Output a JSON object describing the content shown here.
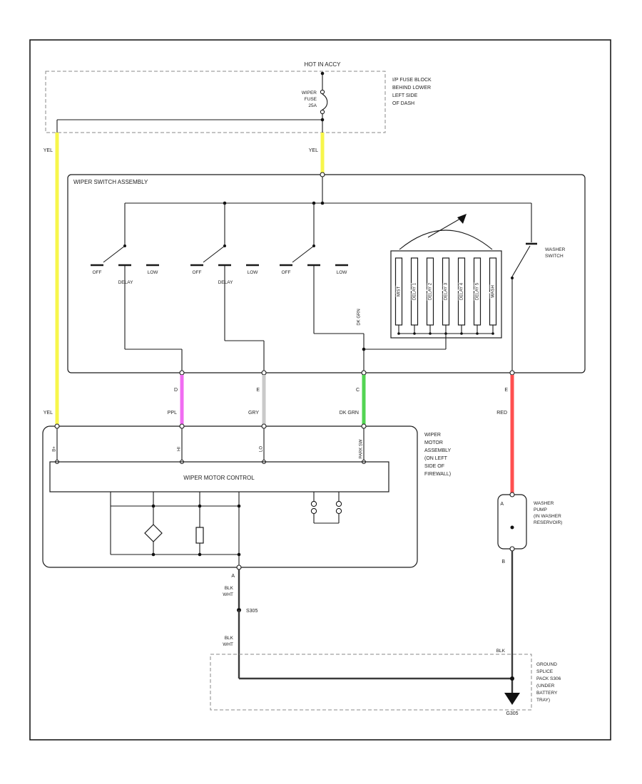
{
  "colors": {
    "yel": "#f7f64b",
    "ppl": "#f06df2",
    "gry": "#c9c9c9",
    "dk_grn": "#53d453",
    "red": "#ff4f4f",
    "blk": "#3a3a3a"
  },
  "top": {
    "hot_in_accy": "HOT IN ACCY",
    "fuse": [
      "WIPER",
      "FUSE",
      "25A"
    ],
    "fuse_block_note": [
      "I/P FUSE BLOCK",
      "BEHIND LOWER",
      "LEFT SIDE",
      "OF DASH"
    ]
  },
  "wires": {
    "yel_left": "YEL",
    "yel_main": "YEL",
    "ppl": "PPL",
    "gry": "GRY",
    "dk_grn": "DK GRN",
    "red": "RED",
    "blk": "BLK",
    "blk_wht_1a": "BLK",
    "blk_wht_1b": "WHT",
    "blk_wht_2a": "BLK",
    "blk_wht_2b": "WHT",
    "rotated_dk_grn": "DK GRN"
  },
  "pins": {
    "ppl": "D",
    "gry": "E",
    "dk_grn": "C",
    "red": "E",
    "motor_out": "A",
    "pump_in": "A",
    "pump_out": "B"
  },
  "splices": {
    "s305": "S305",
    "g305": "G305"
  },
  "switch_assembly": {
    "title": "WIPER SWITCH ASSEMBLY",
    "positions": {
      "off": "OFF",
      "delay": "DELAY",
      "low": "LOW"
    },
    "washer_switch": [
      "WASHER",
      "SWITCH"
    ],
    "resistors": [
      "MIST",
      "DELAY 1",
      "DELAY 2",
      "DELAY 3",
      "DELAY 4",
      "DELAY 5",
      "WASH"
    ]
  },
  "motor": {
    "note": [
      "WIPER",
      "MOTOR",
      "ASSEMBLY",
      "(ON LEFT",
      "SIDE OF",
      "FIREWALL)"
    ],
    "control_label": "WIPER MOTOR CONTROL",
    "terminals": [
      "B+",
      "HI",
      "LO",
      "PARK SW"
    ]
  },
  "pump": {
    "note": [
      "WASHER",
      "PUMP",
      "(IN WASHER",
      "RESERVOIR)"
    ]
  },
  "ground": {
    "note": [
      "GROUND",
      "SPLICE",
      "PACK S306",
      "(UNDER",
      "BATTERY",
      "TRAY)"
    ]
  }
}
